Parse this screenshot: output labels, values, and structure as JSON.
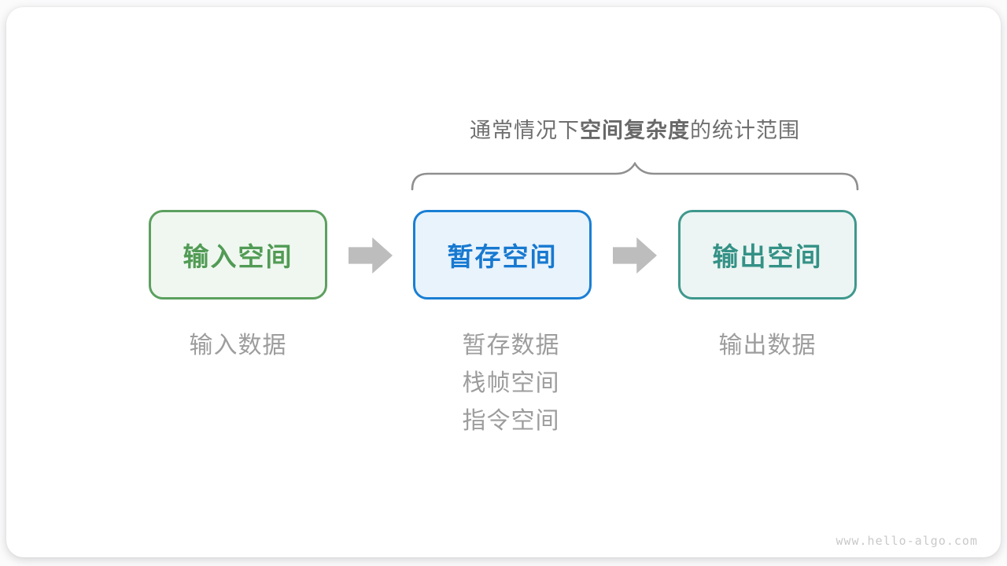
{
  "diagram": {
    "title": {
      "prefix": "通常情况下",
      "emphasis": "空间复杂度",
      "suffix": "的统计范围"
    },
    "boxes": [
      {
        "id": "input-space",
        "label": "输入空间",
        "border_color": "#5CA05F",
        "fill_color": "#F0F7F0",
        "text_color": "#519B55"
      },
      {
        "id": "temp-space",
        "label": "暂存空间",
        "border_color": "#1A7FD4",
        "fill_color": "#E9F3FC",
        "text_color": "#1779D0"
      },
      {
        "id": "output-space",
        "label": "输出空间",
        "border_color": "#3F988D",
        "fill_color": "#ECF5F3",
        "text_color": "#349186"
      }
    ],
    "arrow_color": "#BDBDBD",
    "brace_color": "#8F8F8F",
    "notes": [
      {
        "under": "input-space",
        "lines": [
          "输入数据"
        ]
      },
      {
        "under": "temp-space",
        "lines": [
          "暂存数据",
          "栈帧空间",
          "指令空间"
        ]
      },
      {
        "under": "output-space",
        "lines": [
          "输出数据"
        ]
      }
    ],
    "watermark": "www.hello-algo.com"
  }
}
